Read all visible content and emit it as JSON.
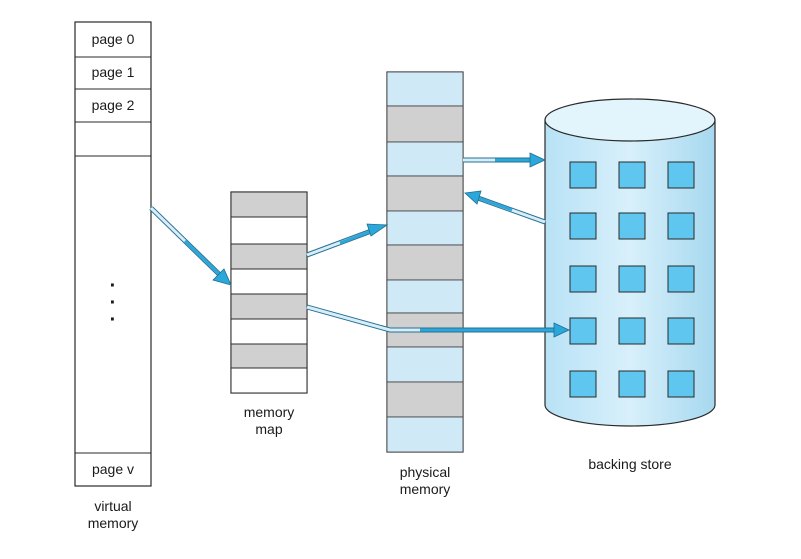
{
  "virtual_memory": {
    "pages": [
      "page 0",
      "page 1",
      "page 2"
    ],
    "last_page": "page v",
    "ellipsis": "·\n·\n·",
    "label": "virtual\nmemory"
  },
  "memory_map": {
    "label": "memory\nmap"
  },
  "physical_memory": {
    "label": "physical\nmemory"
  },
  "backing_store": {
    "label": "backing store"
  },
  "colors": {
    "light_blue": "#cfe9f7",
    "gray": "#d0d0d0",
    "cylinder_top": "#dff2fb",
    "square_fill": "#5fc6ef",
    "arrow": "#29a6d8",
    "stroke": "#2a2a2a"
  }
}
